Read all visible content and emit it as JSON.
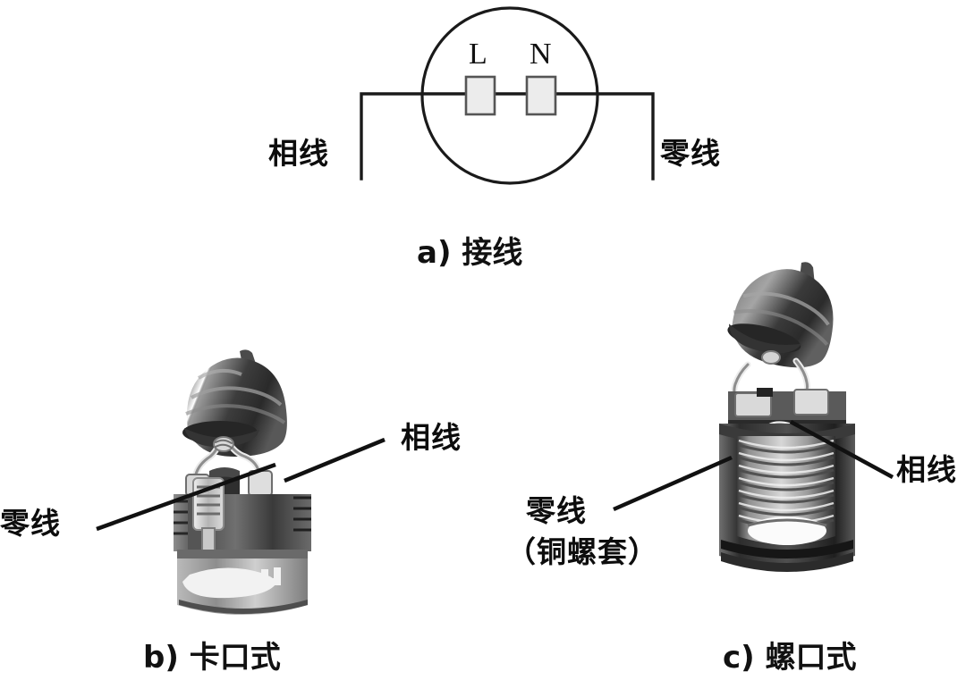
{
  "figure": {
    "panels": [
      {
        "id": "a",
        "caption": "a) 接线",
        "caption_prefix": "a)",
        "caption_text": "接线",
        "diagram": {
          "type": "socket-wiring-schematic",
          "terminals": [
            {
              "name": "L",
              "label": "L",
              "role": "live"
            },
            {
              "name": "N",
              "label": "N",
              "role": "neutral"
            }
          ],
          "labels": [
            {
              "name": "live-wire",
              "text": "相线",
              "side": "left"
            },
            {
              "name": "neutral-wire",
              "text": "零线",
              "side": "right"
            }
          ]
        }
      },
      {
        "id": "b",
        "caption": "b) 卡口式",
        "caption_prefix": "b)",
        "caption_text": "卡口式",
        "photo_alt": "bayonet-lamp-holder-cutaway",
        "labels": [
          {
            "name": "neutral-wire",
            "text": "零线",
            "side": "left"
          },
          {
            "name": "live-wire",
            "text": "相线",
            "side": "right"
          }
        ]
      },
      {
        "id": "c",
        "caption": "c) 螺口式",
        "caption_prefix": "c)",
        "caption_text": "螺口式",
        "photo_alt": "screw-lamp-holder-cutaway",
        "labels": [
          {
            "name": "neutral-wire",
            "text": "零线",
            "line2": "（铜螺套）",
            "side": "left"
          },
          {
            "name": "live-wire",
            "text": "相线",
            "side": "right"
          }
        ]
      }
    ]
  },
  "colors": {
    "line": "#1a1a1a",
    "terminal_fill": "#ececec",
    "terminal_stroke": "#555555",
    "text": "#0d0d0d",
    "background": "#ffffff"
  }
}
